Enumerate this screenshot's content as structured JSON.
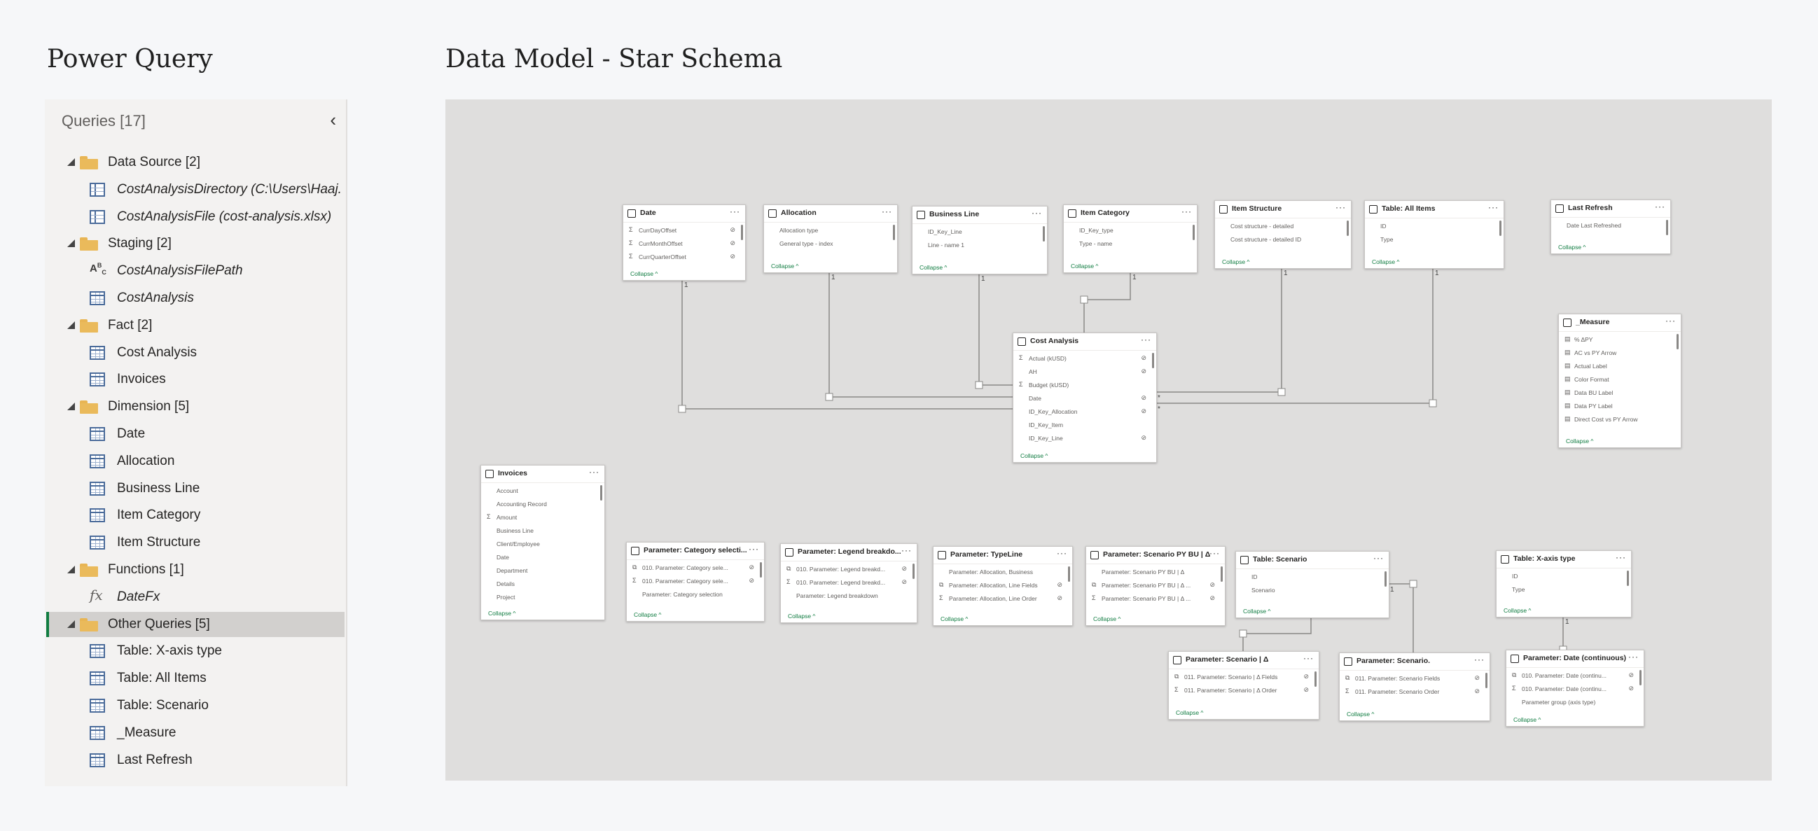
{
  "headings": {
    "power_query": "Power Query",
    "data_model": "Data Model - Star Schema"
  },
  "queries_panel": {
    "title": "Queries [17]",
    "rows": [
      {
        "kind": "folder",
        "label": "Data Source [2]"
      },
      {
        "kind": "item",
        "icon": "source",
        "label": "CostAnalysisDirectory (C:\\Users\\Haaj...",
        "italic": true
      },
      {
        "kind": "item",
        "icon": "source",
        "label": "CostAnalysisFile (cost-analysis.xlsx)",
        "italic": true
      },
      {
        "kind": "folder",
        "label": "Staging [2]"
      },
      {
        "kind": "item",
        "icon": "abc",
        "label": "CostAnalysisFilePath",
        "italic": true
      },
      {
        "kind": "item",
        "icon": "table",
        "label": "CostAnalysis",
        "italic": true
      },
      {
        "kind": "folder",
        "label": "Fact [2]"
      },
      {
        "kind": "item",
        "icon": "table",
        "label": "Cost Analysis"
      },
      {
        "kind": "item",
        "icon": "table",
        "label": "Invoices"
      },
      {
        "kind": "folder",
        "label": "Dimension [5]"
      },
      {
        "kind": "item",
        "icon": "table",
        "label": "Date"
      },
      {
        "kind": "item",
        "icon": "table",
        "label": "Allocation"
      },
      {
        "kind": "item",
        "icon": "table",
        "label": "Business Line"
      },
      {
        "kind": "item",
        "icon": "table",
        "label": "Item Category"
      },
      {
        "kind": "item",
        "icon": "table",
        "label": "Item Structure"
      },
      {
        "kind": "folder",
        "label": "Functions [1]"
      },
      {
        "kind": "item",
        "icon": "fx",
        "label": "DateFx",
        "italic": true
      },
      {
        "kind": "folder",
        "label": "Other Queries [5]",
        "selected": true
      },
      {
        "kind": "item",
        "icon": "table",
        "label": "Table: X-axis type"
      },
      {
        "kind": "item",
        "icon": "table",
        "label": "Table: All Items"
      },
      {
        "kind": "item",
        "icon": "table",
        "label": "Table: Scenario"
      },
      {
        "kind": "item",
        "icon": "table",
        "label": "_Measure"
      },
      {
        "kind": "item",
        "icon": "table",
        "label": "Last Refresh"
      }
    ]
  },
  "model": {
    "collapse_label": "Collapse ^",
    "tables": [
      {
        "id": "date",
        "title": "Date",
        "fields": [
          [
            "Σ",
            "CurrDayOffset",
            true
          ],
          [
            "Σ",
            "CurrMonthOffset",
            true
          ],
          [
            "Σ",
            "CurrQuarterOffset",
            true
          ]
        ]
      },
      {
        "id": "allocation",
        "title": "Allocation",
        "fields": [
          [
            "",
            "Allocation type",
            false
          ],
          [
            "",
            "General type - index",
            false
          ]
        ]
      },
      {
        "id": "business_line",
        "title": "Business Line",
        "fields": [
          [
            "",
            "ID_Key_Line",
            false
          ],
          [
            "",
            "Line - name 1",
            false
          ]
        ]
      },
      {
        "id": "item_category",
        "title": "Item Category",
        "fields": [
          [
            "",
            "ID_Key_type",
            false
          ],
          [
            "",
            "Type - name",
            false
          ]
        ]
      },
      {
        "id": "item_structure",
        "title": "Item Structure",
        "fields": [
          [
            "",
            "Cost structure - detailed",
            false
          ],
          [
            "",
            "Cost structure - detailed ID",
            false
          ]
        ]
      },
      {
        "id": "all_items",
        "title": "Table: All Items",
        "fields": [
          [
            "",
            "ID",
            false
          ],
          [
            "",
            "Type",
            false
          ]
        ]
      },
      {
        "id": "last_refresh",
        "title": "Last Refresh",
        "fields": [
          [
            "",
            "Date Last Refreshed",
            false
          ]
        ]
      },
      {
        "id": "measure",
        "title": "_Measure",
        "fields": [
          [
            "▤",
            "% ΔPY",
            false
          ],
          [
            "▤",
            "AC vs PY Arrow",
            false
          ],
          [
            "▤",
            "Actual Label",
            false
          ],
          [
            "▤",
            "Color Format",
            false
          ],
          [
            "▤",
            "Data BU Label",
            false
          ],
          [
            "▤",
            "Data PY Label",
            false
          ],
          [
            "▤",
            "Direct Cost vs PY Arrow",
            false
          ]
        ]
      },
      {
        "id": "cost_analysis",
        "title": "Cost Analysis",
        "fields": [
          [
            "Σ",
            "Actual (kUSD)",
            true
          ],
          [
            "",
            "AH",
            true
          ],
          [
            "Σ",
            "Budget (kUSD)",
            false
          ],
          [
            "",
            "Date",
            true
          ],
          [
            "",
            "ID_Key_Allocation",
            true
          ],
          [
            "",
            "ID_Key_Item",
            false
          ],
          [
            "",
            "ID_Key_Line",
            true
          ]
        ]
      },
      {
        "id": "invoices",
        "title": "Invoices",
        "fields": [
          [
            "",
            "Account",
            false
          ],
          [
            "",
            "Accounting Record",
            false
          ],
          [
            "Σ",
            "Amount",
            false
          ],
          [
            "",
            "Business Line",
            false
          ],
          [
            "",
            "Client/Employee",
            false
          ],
          [
            "",
            "Date",
            false
          ],
          [
            "",
            "Department",
            false
          ],
          [
            "",
            "Details",
            false
          ],
          [
            "",
            "Project",
            false
          ]
        ]
      },
      {
        "id": "p_category",
        "title": "Parameter: Category selecti...",
        "fields": [
          [
            "⧉",
            "010. Parameter: Category sele...",
            true
          ],
          [
            "Σ",
            "010. Parameter: Category sele...",
            true
          ],
          [
            "",
            "Parameter: Category selection",
            false
          ]
        ]
      },
      {
        "id": "p_legend",
        "title": "Parameter: Legend breakdo...",
        "fields": [
          [
            "⧉",
            "010. Parameter: Legend breakd...",
            true
          ],
          [
            "Σ",
            "010. Parameter: Legend breakd...",
            true
          ],
          [
            "",
            "Parameter: Legend breakdown",
            false
          ]
        ]
      },
      {
        "id": "p_typeline",
        "title": "Parameter: TypeLine",
        "fields": [
          [
            "",
            "Parameter: Allocation, Business",
            false
          ],
          [
            "⧉",
            "Parameter: Allocation, Line Fields",
            true
          ],
          [
            "Σ",
            "Parameter: Allocation, Line Order",
            true
          ]
        ]
      },
      {
        "id": "p_scen_py_bu",
        "title": "Parameter: Scenario PY BU | Δ",
        "fields": [
          [
            "",
            "Parameter: Scenario PY BU | Δ",
            false
          ],
          [
            "⧉",
            "Parameter: Scenario PY BU | Δ ...",
            true
          ],
          [
            "Σ",
            "Parameter: Scenario PY BU | Δ ...",
            true
          ]
        ]
      },
      {
        "id": "t_scenario",
        "title": "Table: Scenario",
        "fields": [
          [
            "",
            "ID",
            false
          ],
          [
            "",
            "Scenario",
            false
          ]
        ]
      },
      {
        "id": "t_xaxis",
        "title": "Table: X-axis type",
        "fields": [
          [
            "",
            "ID",
            false
          ],
          [
            "",
            "Type",
            false
          ]
        ]
      },
      {
        "id": "p_scen_delta",
        "title": "Parameter: Scenario | Δ",
        "fields": [
          [
            "⧉",
            "011. Parameter: Scenario | Δ Fields",
            true
          ],
          [
            "Σ",
            "011. Parameter: Scenario | Δ Order",
            true
          ]
        ]
      },
      {
        "id": "p_scen",
        "title": "Parameter: Scenario.",
        "fields": [
          [
            "⧉",
            "011. Parameter: Scenario Fields",
            true
          ],
          [
            "Σ",
            "011. Parameter: Scenario Order",
            true
          ]
        ]
      },
      {
        "id": "p_date_cont",
        "title": "Parameter: Date (continuous)",
        "fields": [
          [
            "⧉",
            "010. Parameter: Date (continu...",
            true
          ],
          [
            "Σ",
            "010. Parameter: Date (continu...",
            true
          ],
          [
            "",
            "Parameter group (axis type)",
            false
          ]
        ]
      }
    ],
    "relationship_marks": {
      "one": "1",
      "many": "*"
    }
  }
}
